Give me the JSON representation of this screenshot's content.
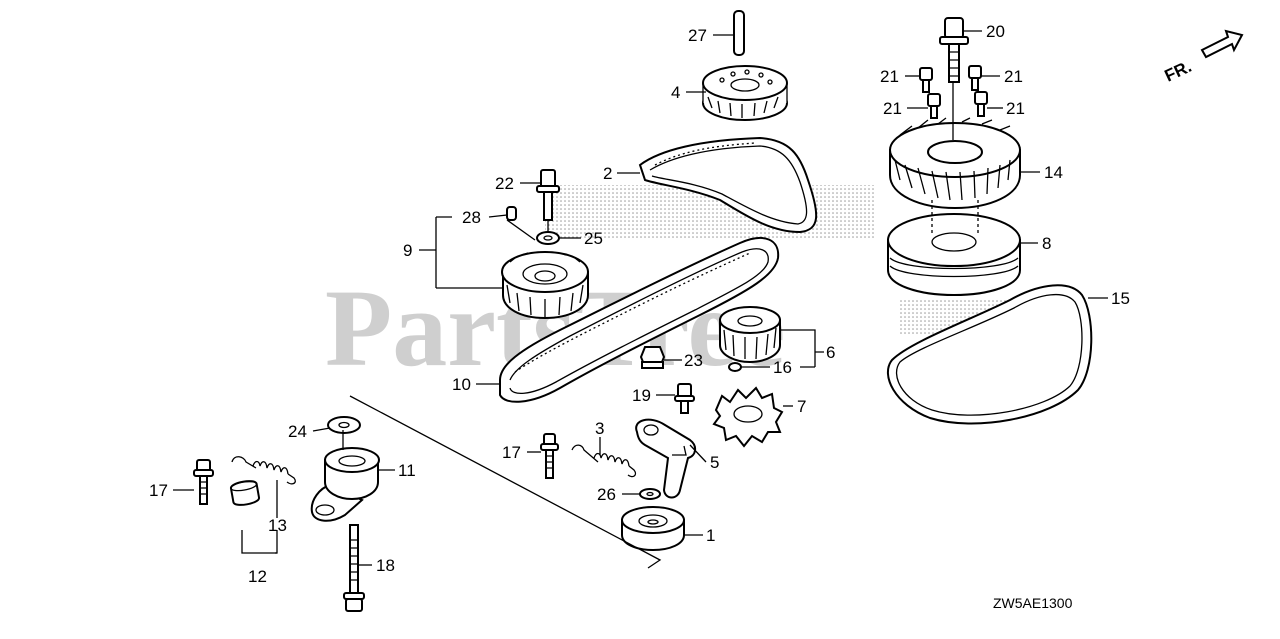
{
  "watermark": "PartsTree",
  "diagram_code": "ZW5AE1300",
  "direction_label": "FR.",
  "callouts": {
    "c1": "1",
    "c2": "2",
    "c3": "3",
    "c4": "4",
    "c5": "5",
    "c6": "6",
    "c7": "7",
    "c8": "8",
    "c9": "9",
    "c10": "10",
    "c11": "11",
    "c12": "12",
    "c13": "13",
    "c14": "14",
    "c15": "15",
    "c16": "16",
    "c17a": "17",
    "c17b": "17",
    "c18": "18",
    "c19": "19",
    "c20": "20",
    "c21a": "21",
    "c21b": "21",
    "c21c": "21",
    "c21d": "21",
    "c22": "22",
    "c23": "23",
    "c24": "24",
    "c25": "25",
    "c26": "26",
    "c27": "27",
    "c28": "28"
  }
}
